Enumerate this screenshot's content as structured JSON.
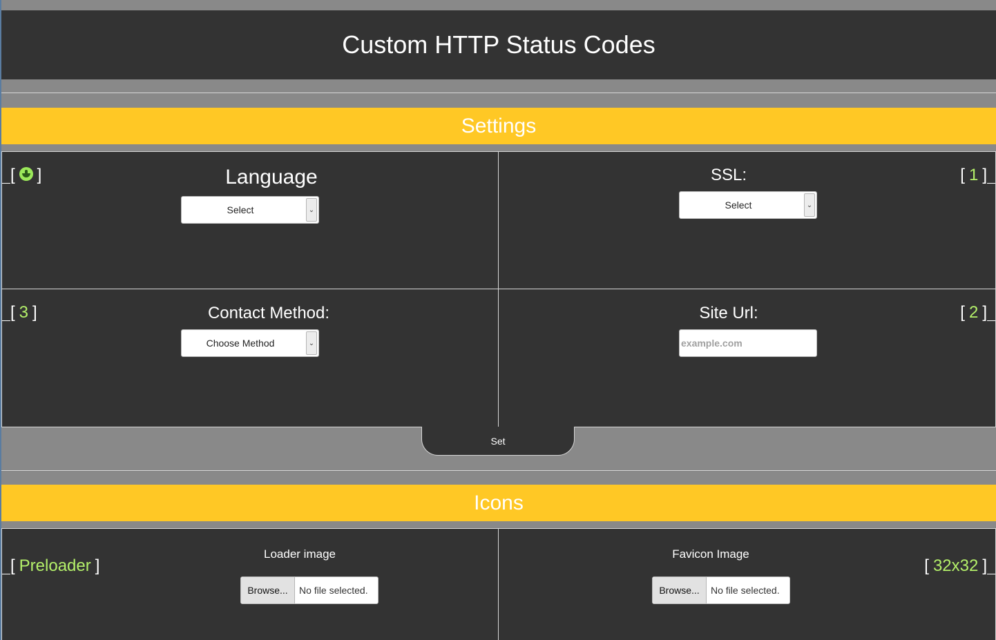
{
  "header": {
    "title": "Custom HTTP Status Codes"
  },
  "settings": {
    "section_title": "Settings",
    "language": {
      "label": "Language",
      "select_value": "Select"
    },
    "ssl": {
      "label": "SSL:",
      "select_value": "Select",
      "step": "1"
    },
    "contact": {
      "label": "Contact Method:",
      "select_value": "Choose Method",
      "step": "3"
    },
    "site_url": {
      "label": "Site Url:",
      "placeholder": "example.com",
      "step": "2"
    },
    "set_button": "Set"
  },
  "icons": {
    "section_title": "Icons",
    "loader": {
      "label": "Loader image",
      "tag": "Preloader",
      "browse_label": "Browse...",
      "file_status": "No file selected."
    },
    "favicon": {
      "label": "Favicon Image",
      "tag": "32x32",
      "browse_label": "Browse...",
      "file_status": "No file selected."
    }
  },
  "colors": {
    "accent": "#ffc825",
    "highlight": "#b4f06a",
    "panel": "#333333",
    "background": "#898989"
  },
  "icon_names": {
    "language_marker": "globe-icon"
  }
}
